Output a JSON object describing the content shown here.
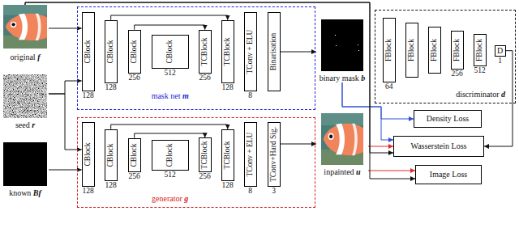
{
  "diagram": {
    "nodes": [
      {
        "text": [
          "original f"
        ]
      },
      {
        "text": [
          "seed r"
        ]
      },
      {
        "text": [
          "known Bf"
        ]
      },
      {
        "text": [
          "mask net m"
        ]
      },
      {
        "text": [
          "CBlock",
          "128"
        ],
        "in": 3
      },
      {
        "text": [
          "CBlock",
          "128"
        ],
        "in": 3
      },
      {
        "text": [
          "CBlock",
          "256"
        ],
        "in": 3
      },
      {
        "text": [
          "CBlock",
          "512"
        ],
        "in": 3
      },
      {
        "text": [
          "TCBlock",
          "256"
        ],
        "in": 3
      },
      {
        "text": [
          "TCBlock",
          "128"
        ],
        "in": 3
      },
      {
        "text": [
          "TConv + ELU",
          "8"
        ],
        "in": 3
      },
      {
        "text": [
          "Binarisation"
        ],
        "in": 3
      },
      {
        "text": [
          "generator g"
        ]
      },
      {
        "text": [
          "CBlock",
          "128"
        ],
        "in": 12
      },
      {
        "text": [
          "CBlock",
          "128"
        ],
        "in": 12
      },
      {
        "text": [
          "CBlock",
          "256"
        ],
        "in": 12
      },
      {
        "text": [
          "CBlock",
          "512"
        ],
        "in": 12
      },
      {
        "text": [
          "TCBlock",
          "256"
        ],
        "in": 12
      },
      {
        "text": [
          "TCBlock",
          "128"
        ],
        "in": 12
      },
      {
        "text": [
          "TConv + ELU",
          "8"
        ],
        "in": 12
      },
      {
        "text": [
          "TConv+Hard Sig.",
          "3"
        ],
        "in": 12
      },
      {
        "text": [
          "binary mask b"
        ]
      },
      {
        "text": [
          "inpainted u"
        ]
      },
      {
        "text": [
          "discriminator d"
        ]
      },
      {
        "text": [
          "FBlock",
          "64"
        ],
        "in": 23
      },
      {
        "text": [
          "FBlock"
        ],
        "in": 23
      },
      {
        "text": [
          "FBlock"
        ],
        "in": 23
      },
      {
        "text": [
          "FBlock",
          "256"
        ],
        "in": 23
      },
      {
        "text": [
          "FBlock",
          "512"
        ],
        "in": 23
      },
      {
        "text": [
          "D",
          "1"
        ],
        "in": 23
      },
      {
        "text": [
          "Density Loss"
        ]
      },
      {
        "text": [
          "Wasserstein Loss"
        ]
      },
      {
        "text": [
          "Image Loss"
        ]
      }
    ],
    "edges": [
      {
        "from": 0,
        "to": 4,
        "arrow": "to"
      },
      {
        "from": 1,
        "to": 4,
        "arrow": "to"
      },
      {
        "from": 1,
        "to": 13,
        "arrow": "to"
      },
      {
        "from": 2,
        "to": 13,
        "arrow": "to"
      },
      {
        "from": 5,
        "to": 9,
        "arrow": "to"
      },
      {
        "from": 6,
        "to": 8,
        "arrow": "to"
      },
      {
        "from": 14,
        "to": 18,
        "arrow": "to"
      },
      {
        "from": 15,
        "to": 17,
        "arrow": "to"
      },
      {
        "from": 11,
        "to": 21,
        "arrow": "to"
      },
      {
        "from": 20,
        "to": 22,
        "arrow": "to"
      },
      {
        "from": 21,
        "to": 30,
        "arrow": "to"
      },
      {
        "from": 21,
        "to": 31,
        "arrow": "to"
      },
      {
        "from": 22,
        "to": 31,
        "arrow": "to"
      },
      {
        "from": 22,
        "to": 32,
        "arrow": "to"
      },
      {
        "from": 0,
        "to": 31,
        "arrow": "to"
      },
      {
        "from": 0,
        "to": 32,
        "arrow": "to"
      },
      {
        "from": 29,
        "to": 31,
        "arrow": "to"
      }
    ]
  }
}
